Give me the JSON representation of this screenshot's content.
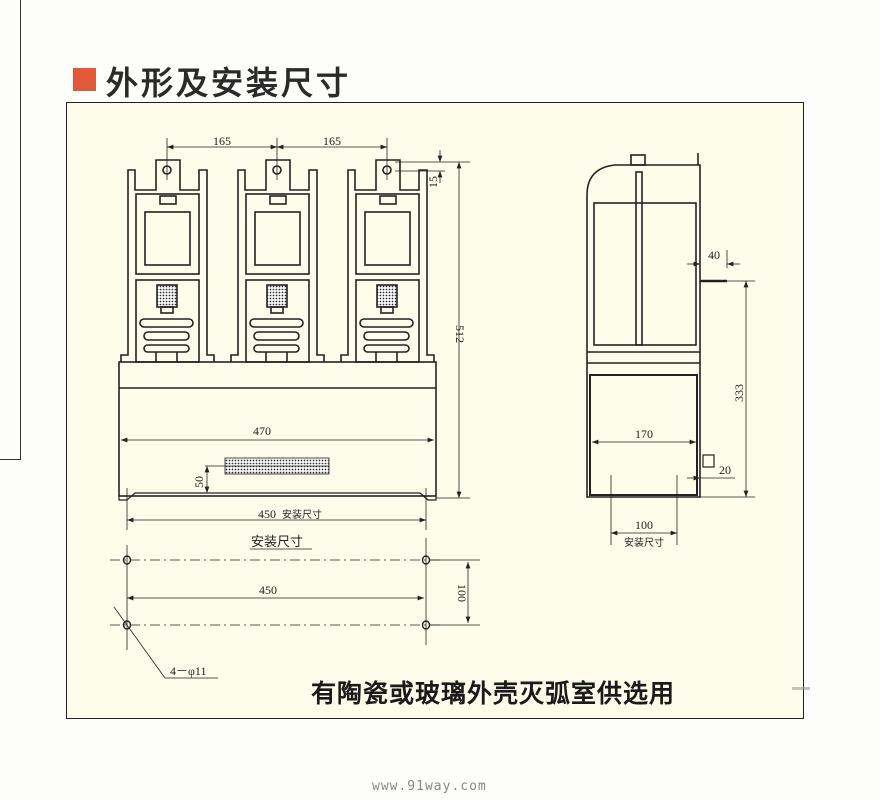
{
  "title": "外形及安装尺寸",
  "colors": {
    "accent": "#e05a3a",
    "panel_bg": "#fefcea",
    "line": "#222222"
  },
  "front_view": {
    "pole_spacing_1": "165",
    "pole_spacing_2": "165",
    "terminal_offset": "15",
    "overall_height": "512",
    "body_width": "470",
    "terminal_block_height": "50",
    "mount_width": "450",
    "mount_width_note": "安装尺寸"
  },
  "side_view": {
    "bracket_depth": "40",
    "bracket_height": "333",
    "body_depth": "170",
    "bottom_offset": "20",
    "mount_depth": "100",
    "mount_depth_note": "安装尺寸"
  },
  "mounting_plan": {
    "heading": "安装尺寸",
    "hole_spacing_x": "450",
    "hole_spacing_y": "100",
    "hole_spec": "4－φ11"
  },
  "footnote": "有陶瓷或玻璃外壳灭弧室供选用",
  "watermark": "www.91way.com"
}
